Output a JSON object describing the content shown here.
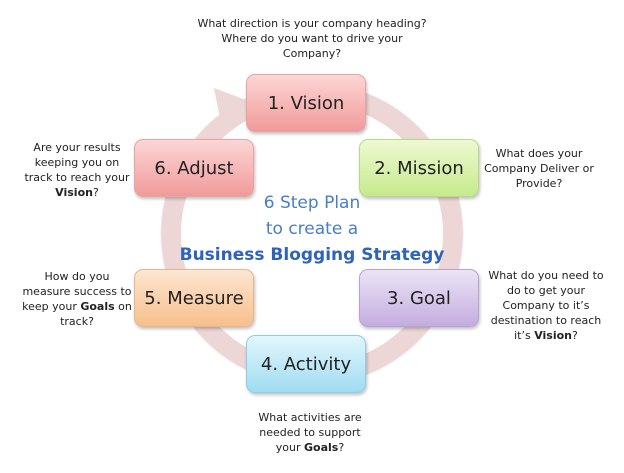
{
  "title_lines": [
    "6 Step Plan",
    "to create a",
    "Business Blogging Strategy"
  ],
  "steps": [
    {
      "label": "1. Vision"
    },
    {
      "label": "2. Mission"
    },
    {
      "label": "3. Goal"
    },
    {
      "label": "4. Activity"
    },
    {
      "label": "5. Measure"
    },
    {
      "label": "6. Adjust"
    }
  ],
  "questions": {
    "vision": [
      "What direction is your company heading?",
      "Where do you want to drive your",
      "Company?"
    ],
    "mission": [
      "What does your",
      "Company Deliver or",
      "Provide?"
    ],
    "goal": [
      "What do you need to",
      "do to get your",
      "Company to it’s",
      "destination to reach",
      "it’s ",
      "Vision",
      "?"
    ],
    "activity": [
      "What activities are",
      "needed to support",
      "your ",
      "Goals",
      "?"
    ],
    "measure": [
      "How do you",
      "measure success to",
      "keep your ",
      "Goals",
      " on",
      "track?"
    ],
    "adjust": [
      "Are your results",
      "keeping you on",
      "track to reach your",
      "Vision",
      "?"
    ]
  },
  "colors": {
    "ring": "#ecd3d3",
    "title": "#3a6fc0"
  }
}
